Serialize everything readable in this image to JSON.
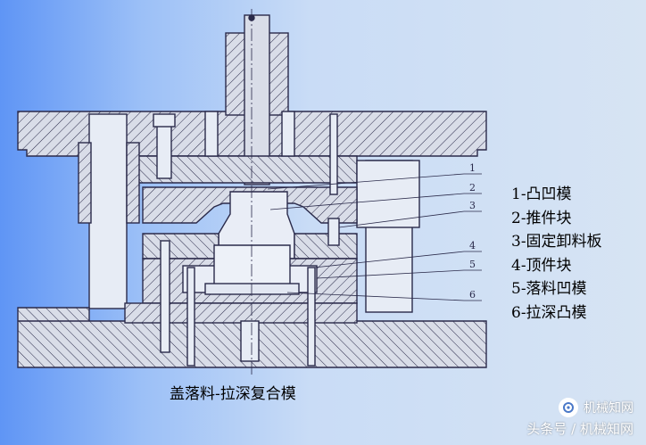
{
  "legend": [
    "1-凸凹模",
    "2-推件块",
    "3-固定卸料板",
    "4-顶件块",
    "5-落料凹模",
    "6-拉深凸模"
  ],
  "callouts": [
    "1",
    "2",
    "3",
    "4",
    "5",
    "6"
  ],
  "caption": "盖落料-拉深复合模",
  "watermark": {
    "brand": "机械知网",
    "line": "头条号 / 机械知网"
  },
  "colors": {
    "fill": "#d9dde8",
    "stroke": "#2a2a4a",
    "hatch": "#2a2a4a"
  }
}
